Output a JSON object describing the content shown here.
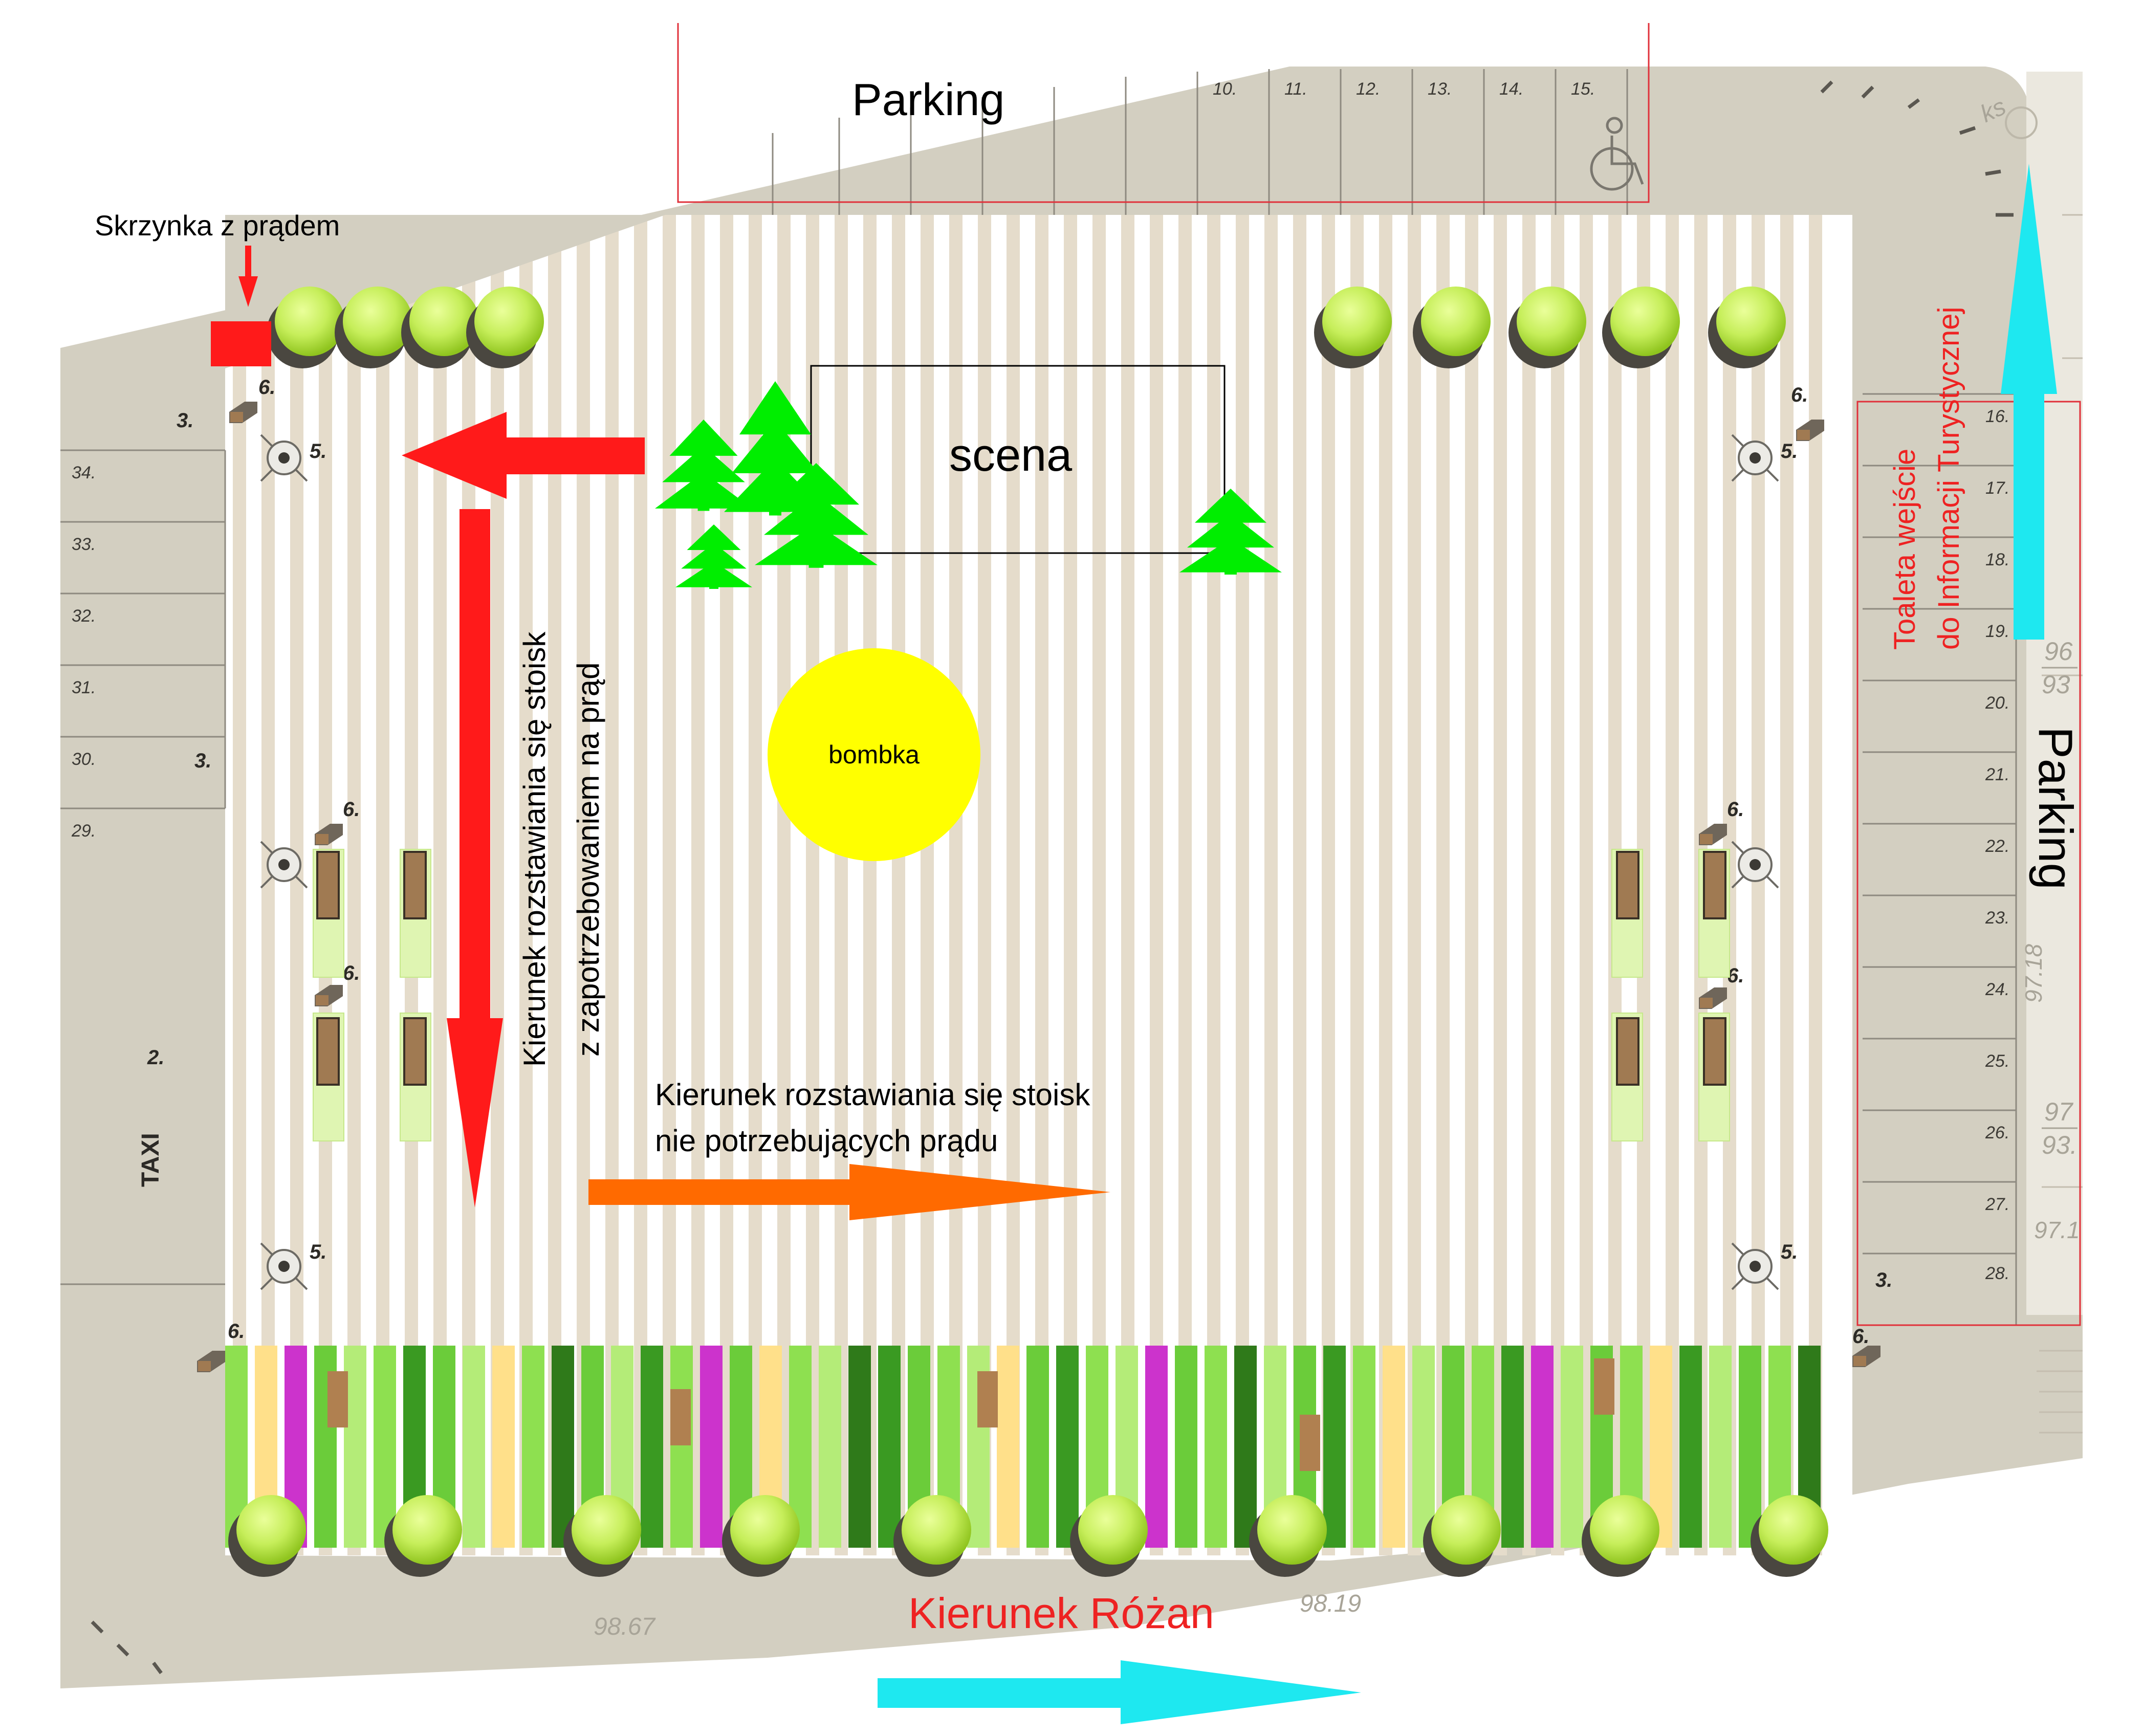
{
  "labels": {
    "parking_top": "Parking",
    "parking_right": "Parking",
    "power_box": "Skrzynka z prądem",
    "stage": "scena",
    "ornament": "bombka",
    "powered_stalls_line1": "Kierunek rozstawiania się stoisk",
    "powered_stalls_line2": "z zapotrzebowaniem na prąd",
    "unpowered_stalls_line1": "Kierunek rozstawiania się stoisk",
    "unpowered_stalls_line2": "nie potrzebujących prądu",
    "toilet_line1": "Toaleta wejście",
    "toilet_line2": "do Informacji Turystycznej",
    "direction_rozan": "Kierunek Różan",
    "taxi": "TAXI"
  },
  "spot_numbers": {
    "top": [
      "10.",
      "11.",
      "12.",
      "13.",
      "14.",
      "15."
    ],
    "left": [
      "34.",
      "33.",
      "32.",
      "31.",
      "30.",
      "29."
    ],
    "right": [
      "16.",
      "17.",
      "18.",
      "19.",
      "20.",
      "21.",
      "22.",
      "23.",
      "24.",
      "25.",
      "26.",
      "27.",
      "28."
    ]
  },
  "markers": {
    "m2": "2.",
    "m3": "3.",
    "m5": "5.",
    "m6": "6."
  },
  "base_map_text": {
    "elev_bottom_left": "98.67",
    "elev_bottom_mid": "98.19",
    "elev_right_1": "97.18",
    "elev_right_2": "97.1",
    "frac_1_top": "96",
    "frac_1_bottom": "93",
    "frac_2_top": "97",
    "frac_2_bottom": "93.",
    "street_fragment": "ks"
  },
  "colors": {
    "road": "#d3cfc1",
    "stripe": "#e5dccb",
    "arrow_red": "#ff1a1a",
    "arrow_orange": "#ff6a00",
    "arrow_cyan": "#1ee8f0",
    "tree_green": "#00ee00",
    "ornament_yellow": "#ffff00",
    "ball_green": "#c8f060",
    "red_outline": "#e0303a",
    "text_red": "#ee2222"
  }
}
